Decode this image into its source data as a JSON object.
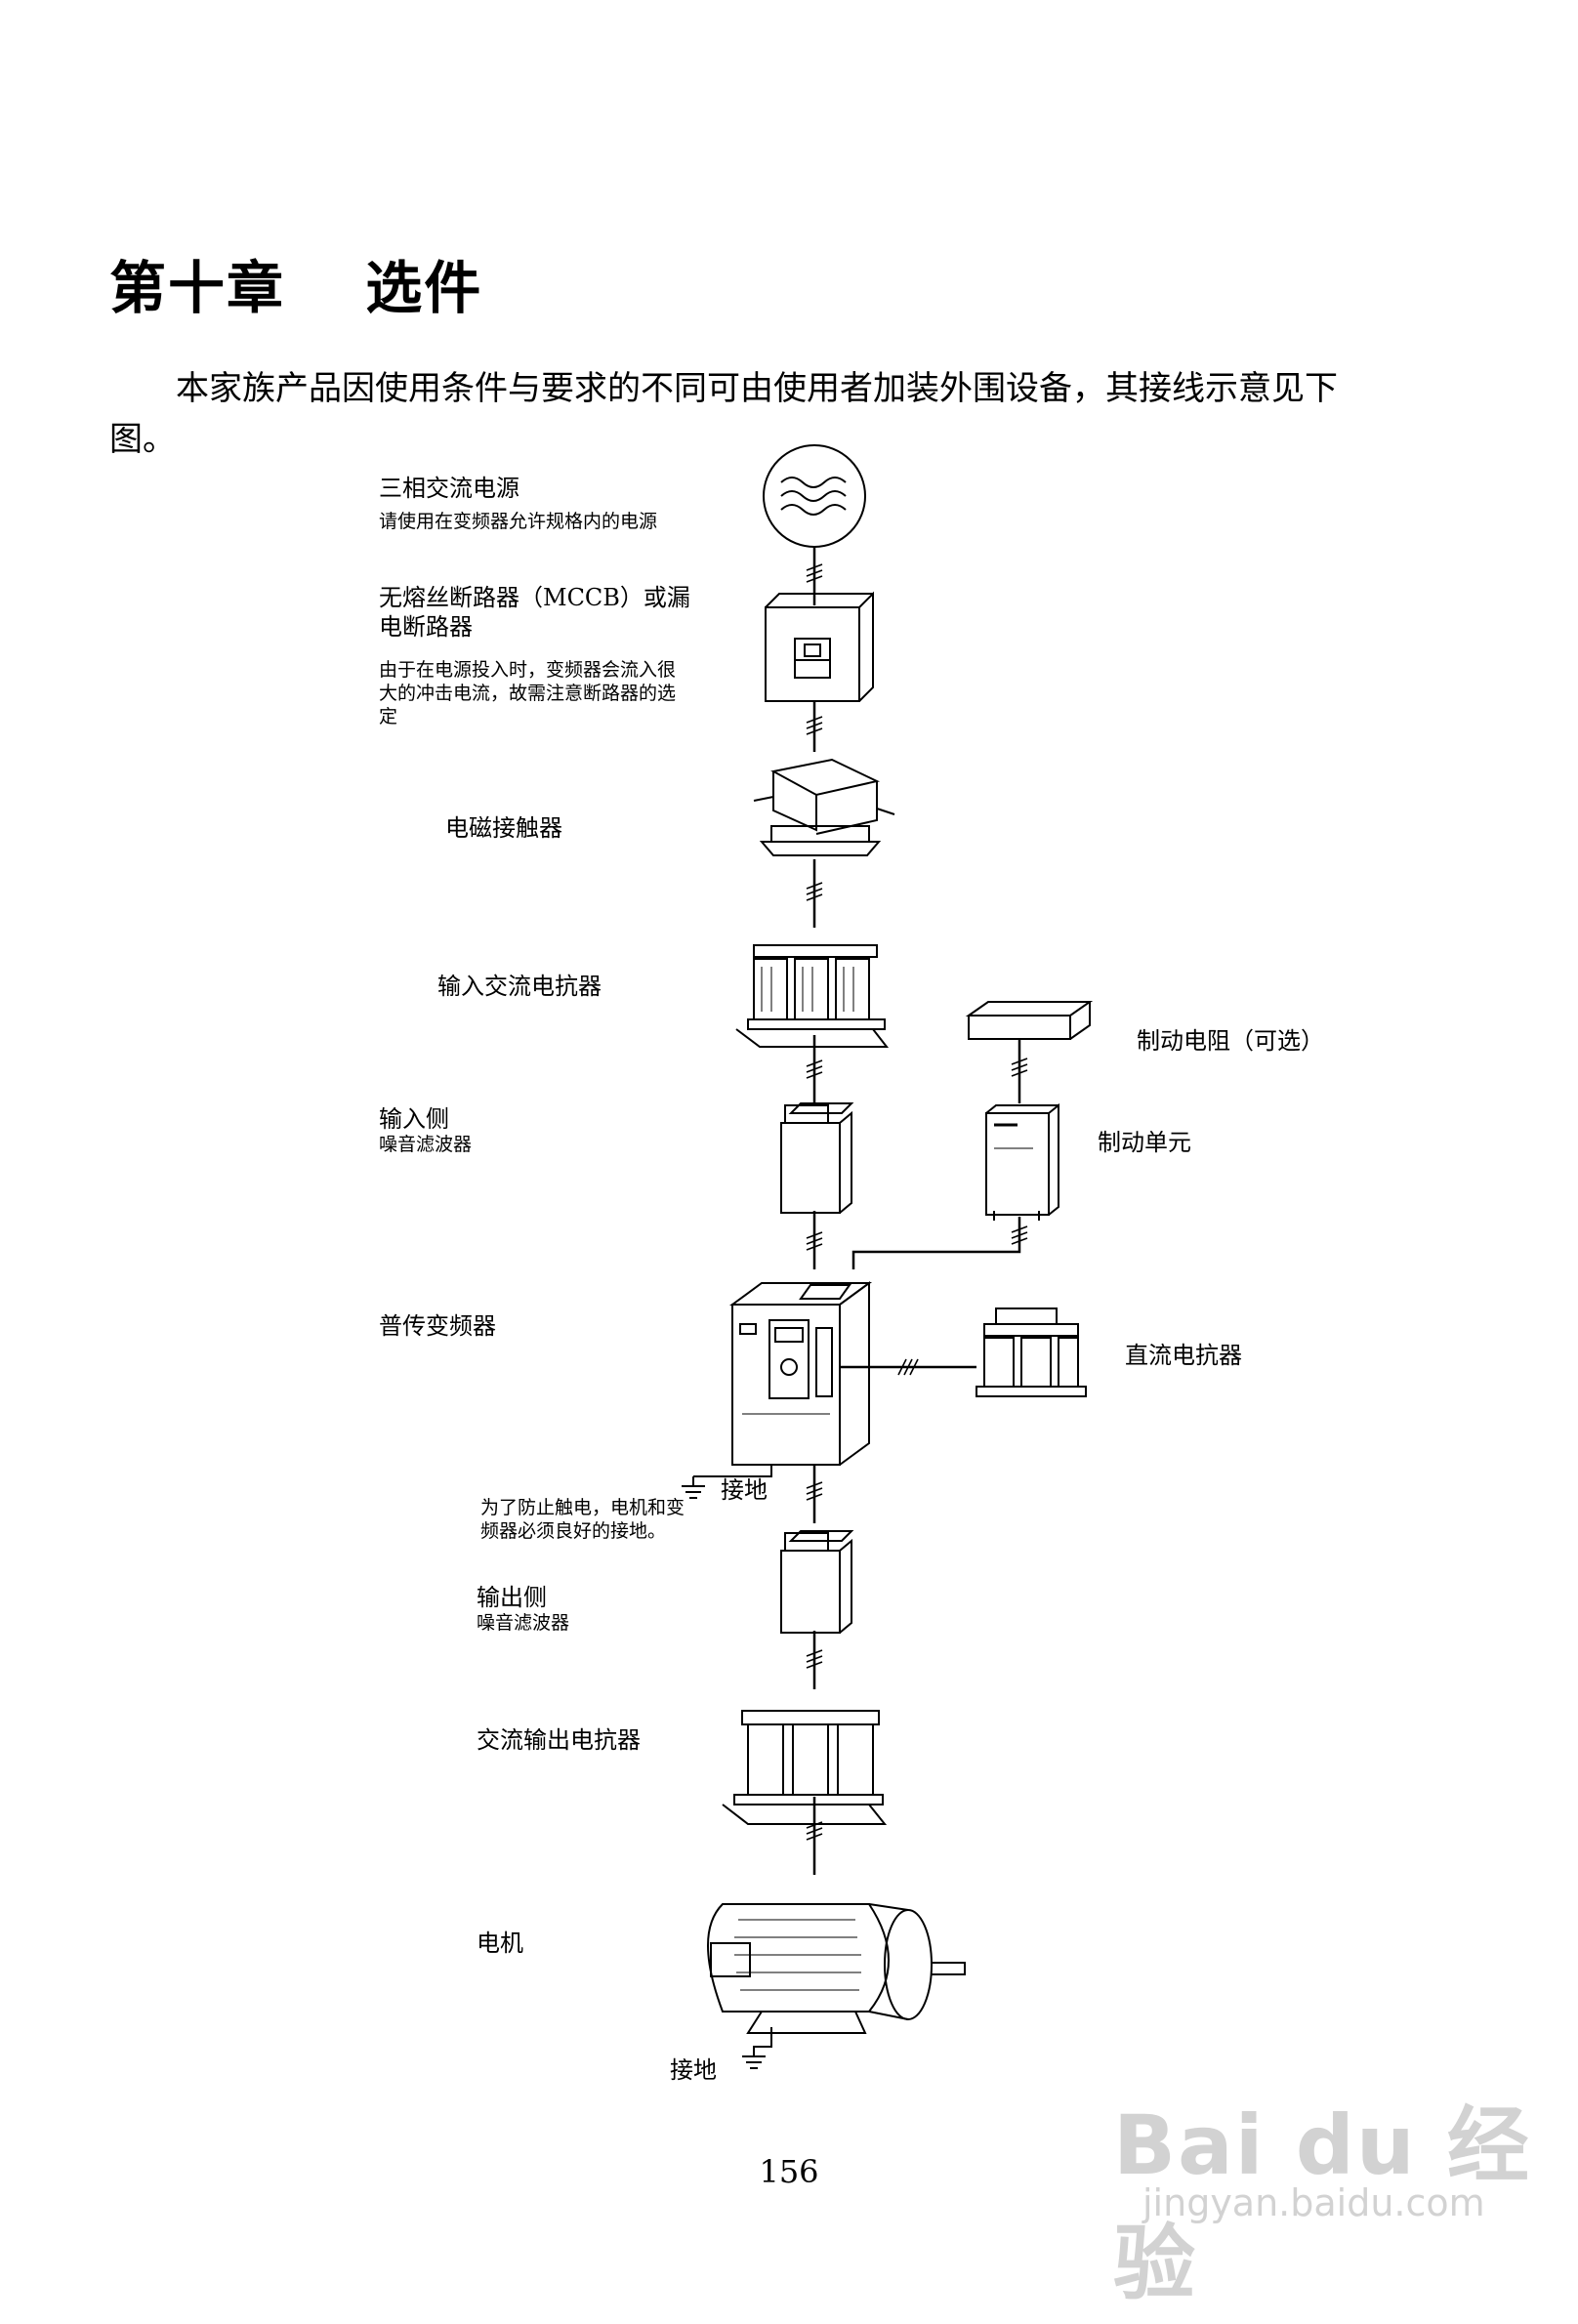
{
  "chapter_title": "第十章　 选件",
  "intro": "本家族产品因使用条件与要求的不同可由使用者加装外围设备，其接线示意见下图。",
  "labels": {
    "power": {
      "title": "三相交流电源",
      "note": "请使用在变频器允许规格内的电源"
    },
    "mccb": {
      "title_line1": "无熔丝断路器（MCCB）或漏",
      "title_line2": "电断路器",
      "note_line1": "由于在电源投入时，变频器会流入很",
      "note_line2": "大的冲击电流，故需注意断路器的选",
      "note_line3": "定"
    },
    "contactor": "电磁接触器",
    "input_reactor": "输入交流电抗器",
    "input_filter": {
      "title": "输入侧",
      "note": "噪音滤波器"
    },
    "brake_resistor": "制动电阻（可选）",
    "brake_unit": "制动单元",
    "inverter": "普传变频器",
    "dc_reactor": "直流电抗器",
    "ground_inverter": "接地",
    "ground_note": {
      "line1": "为了防止触电，电机和变",
      "line2": "频器必须良好的接地。"
    },
    "output_filter": {
      "title": "输出侧",
      "note": "噪音滤波器"
    },
    "output_reactor": "交流输出电抗器",
    "motor": "电机",
    "ground_motor": "接地"
  },
  "page_number": "156",
  "watermark": {
    "logo": "Bai du 经验",
    "url": "jingyan.baidu.com"
  }
}
